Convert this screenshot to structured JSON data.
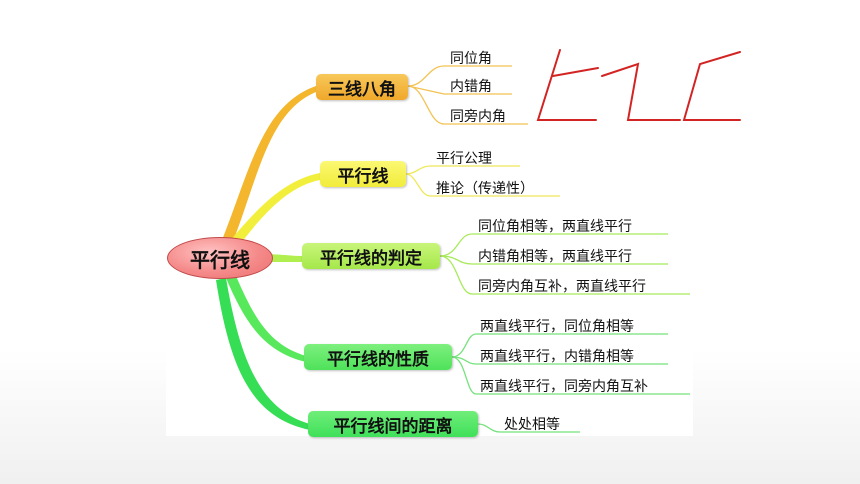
{
  "colors": {
    "orange": "#f3b62c",
    "yellow": "#f5f24a",
    "lightgreen": "#b5f25a",
    "green": "#3fe65b",
    "root": "#f58a8a",
    "hand_drawn": "#d32424"
  },
  "root": {
    "label": "平行线"
  },
  "branches": [
    {
      "label": "三线八角",
      "leaves": [
        "同位角",
        "内错角",
        "同旁内角"
      ]
    },
    {
      "label": "平行线",
      "leaves": [
        "平行公理",
        "推论（传递性）"
      ]
    },
    {
      "label": "平行线的判定",
      "leaves": [
        "同位角相等，两直线平行",
        "内错角相等，两直线平行",
        "同旁内角互补，两直线平行"
      ]
    },
    {
      "label": "平行线的性质",
      "leaves": [
        "两直线平行，同位角相等",
        "两直线平行，内错角相等",
        "两直线平行，同旁内角互补"
      ]
    },
    {
      "label": "平行线间的距离",
      "leaves": [
        "处处相等"
      ]
    }
  ]
}
